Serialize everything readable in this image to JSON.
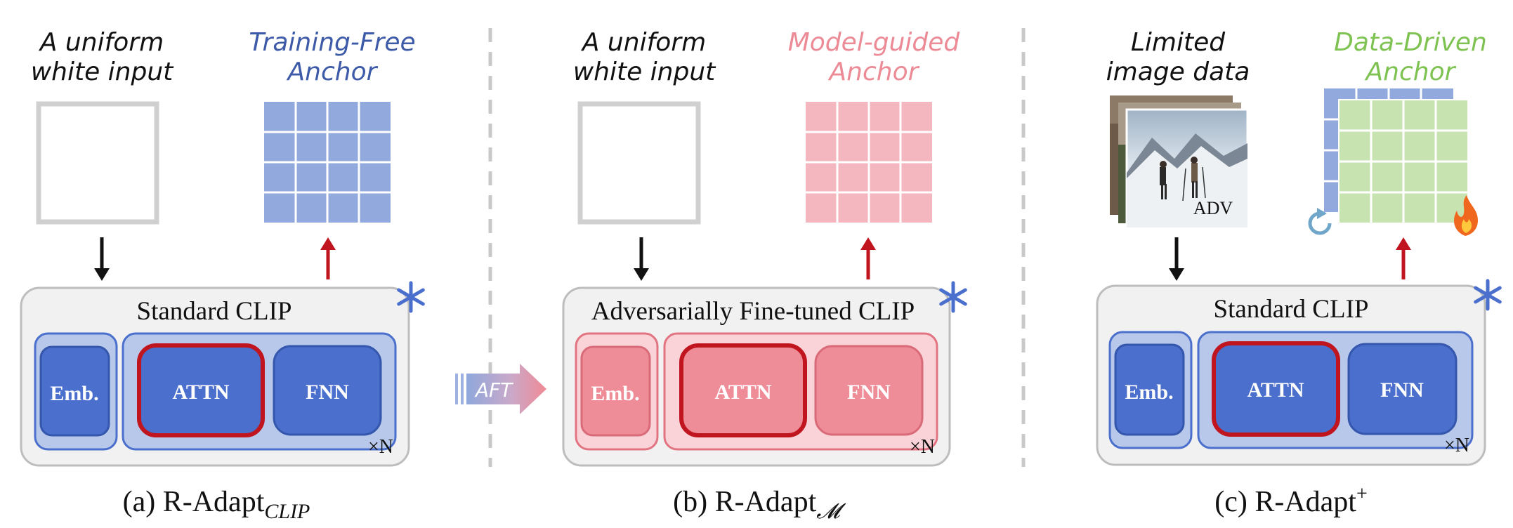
{
  "colors": {
    "blue_block": "#4a6fcc",
    "blue_light": "#b8c8ea",
    "blue_grid": "#91a9dc",
    "blue_text": "#3d5aa8",
    "pink_block": "#ee8d98",
    "pink_light": "#f9d3d8",
    "pink_grid": "#f4b6bf",
    "pink_text": "#ec8a96",
    "green_grid": "#c7e3b0",
    "green_text": "#7ec251",
    "red_border": "#c0141f",
    "clip_box": "#f1f1f1",
    "frame_gray": "#cfcfcf",
    "arrow_black": "#111111",
    "arrow_red": "#c0141f"
  },
  "panels": [
    {
      "input_label": [
        "A uniform",
        "white input"
      ],
      "anchor_label": [
        "Training-Free",
        "Anchor"
      ],
      "model_title": "Standard CLIP",
      "blocks": {
        "emb": "Emb.",
        "attn": "ATTN",
        "fnn": "FNN"
      },
      "repeat": "×N",
      "caption_main": "(a) R-Adapt",
      "caption_sub": "CLIP",
      "icon": "snowflake-icon"
    },
    {
      "input_label": [
        "A uniform",
        "white input"
      ],
      "anchor_label": [
        "Model-guided",
        "Anchor"
      ],
      "model_title": "Adversarially Fine-tuned CLIP",
      "blocks": {
        "emb": "Emb.",
        "attn": "ATTN",
        "fnn": "FNN"
      },
      "repeat": "×N",
      "caption_main": "(b) R-Adapt",
      "caption_sub": "𝓜",
      "icon": "snowflake-icon"
    },
    {
      "input_label": [
        "Limited",
        "image data"
      ],
      "anchor_label": [
        "Data-Driven",
        "Anchor"
      ],
      "model_title": "Standard CLIP",
      "blocks": {
        "emb": "Emb.",
        "attn": "ATTN",
        "fnn": "FNN"
      },
      "repeat": "×N",
      "caption_main": "(c) R-Adapt",
      "caption_sup": "+",
      "adv_label": "ADV",
      "icons": [
        "snowflake-icon",
        "refresh-icon",
        "fire-icon"
      ]
    }
  ],
  "aft_arrow_label": "AFT"
}
